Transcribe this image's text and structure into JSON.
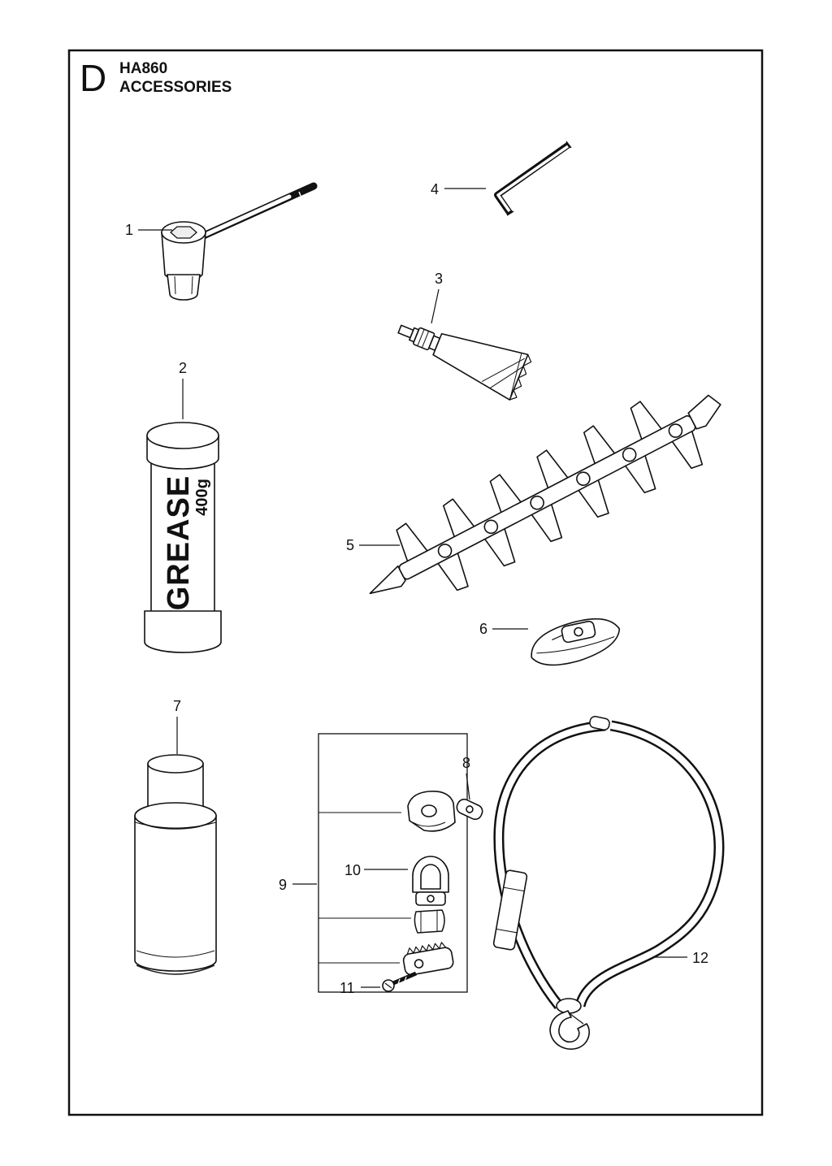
{
  "header": {
    "section_letter": "D",
    "model": "HA860",
    "title": "ACCESSORIES"
  },
  "grease_cartridge": {
    "label": "GREASE",
    "weight": "400g"
  },
  "callouts": {
    "c1": "1",
    "c2": "2",
    "c3": "3",
    "c4": "4",
    "c5": "5",
    "c6": "6",
    "c7": "7",
    "c8": "8",
    "c9": "9",
    "c10": "10",
    "c11": "11",
    "c12": "12"
  }
}
